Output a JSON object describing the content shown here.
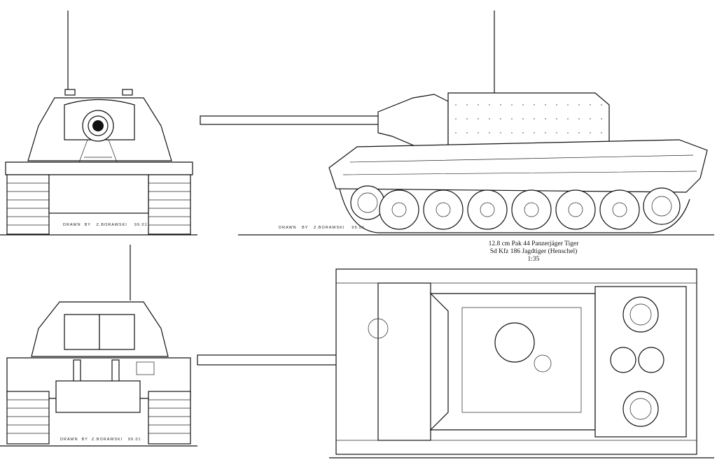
{
  "title": {
    "line1": "12.8 cm Pak 44 Panzerjäger Tiger",
    "line2": "Sd Kfz 186  Jagdtiger  (Henschel)",
    "scale": "1:35"
  },
  "credits": {
    "front": "DRAWN  BY   Z.BORAWSKI    99.01",
    "side": "DRAWN   BY   Z.BORAWSKI    99.01",
    "rear": "DRAWN  BY  Z.BORAWSKI   99.01"
  }
}
